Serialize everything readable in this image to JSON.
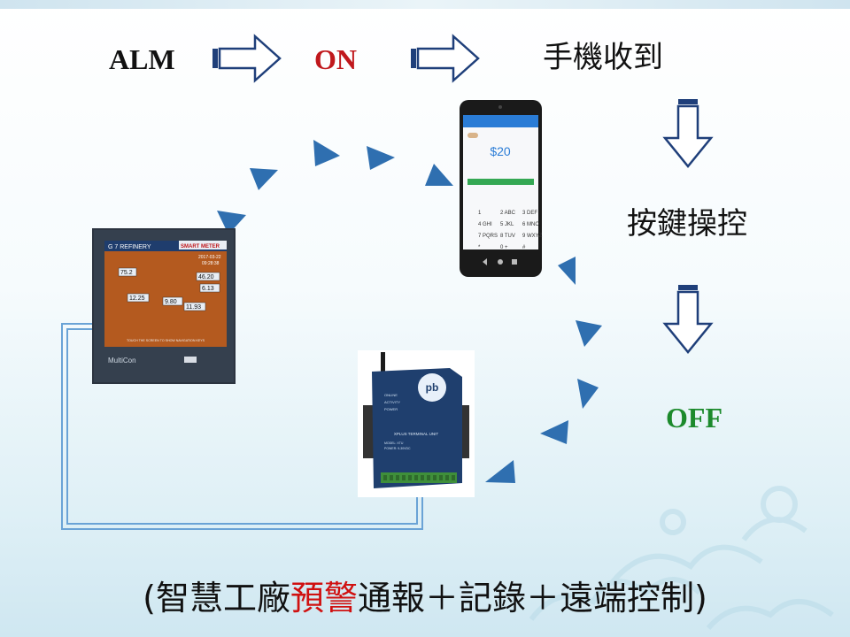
{
  "flow": {
    "alm": "ALM",
    "on": "ON",
    "phone_received": "手機收到",
    "key_operation": "按鍵操控",
    "off": "OFF"
  },
  "colors": {
    "on": "#c0181c",
    "off": "#1c8a2c",
    "arrow_triangle": "#2f6fb0",
    "outline_arrow": "#1f3f7a",
    "highlight": "#d01010"
  },
  "phone": {
    "amount": "$20",
    "keypad": [
      "1",
      "2",
      "3",
      "4",
      "5",
      "6",
      "7",
      "8",
      "9",
      "*",
      "0",
      "#"
    ],
    "keypad_letters": [
      "",
      "ABC",
      "DEF",
      "GHI",
      "JKL",
      "MNO",
      "PQRS",
      "TUV",
      "WXYZ",
      "",
      "+",
      ""
    ]
  },
  "hmi": {
    "screen_title": "G 7   REFINERY",
    "logo": "SMART METER",
    "date": "2017-03-22",
    "time": "09:28:38",
    "readings": [
      "75.2",
      "46.20",
      "6.13",
      "12.25",
      "9.80",
      "11.93"
    ],
    "caption": "TOUCH THE SCREEN TO SHOW NAVIGATION KEYS",
    "brand": "MultiCon"
  },
  "rtu": {
    "logo": "pb",
    "leds": [
      "ONLINE",
      "ACTIVITY",
      "POWER"
    ],
    "label": "XPLUS  TERMINAL UNIT",
    "model": "MODEL: XTU",
    "power": "POWER: 9-30VDC"
  },
  "footer": {
    "open": "(智慧工廠",
    "highlight": "預警",
    "rest": "通報＋記錄＋遠端控制)"
  }
}
